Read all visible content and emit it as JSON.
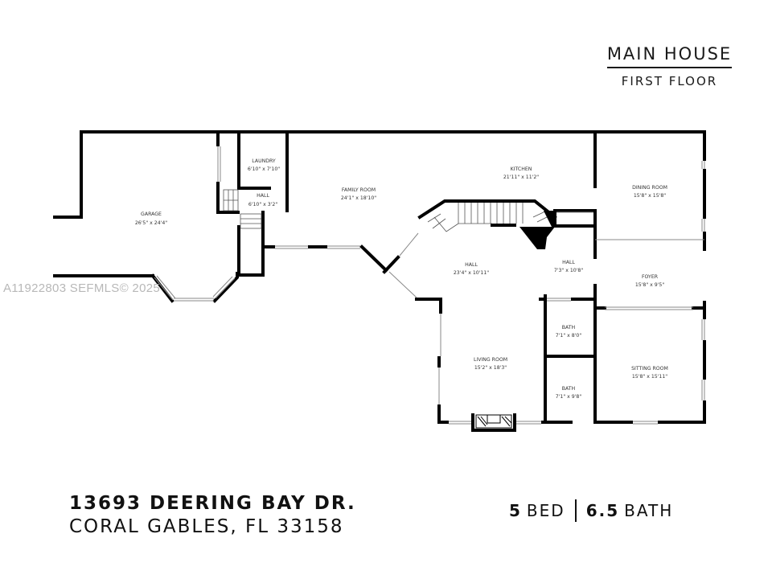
{
  "header": {
    "title": "MAIN HOUSE",
    "subtitle": "FIRST FLOOR"
  },
  "watermark": "A11922803  SEFMLS© 2025",
  "rooms": {
    "garage": {
      "name": "GARAGE",
      "size": "26'5\" x 24'4\""
    },
    "laundry": {
      "name": "LAUNDRY",
      "size": "6'10\" x 7'10\""
    },
    "hall_small": {
      "name": "HALL",
      "size": "6'10\" x 3'2\""
    },
    "family_room": {
      "name": "FAMILY ROOM",
      "size": "24'1\" x 18'10\""
    },
    "kitchen": {
      "name": "KITCHEN",
      "size": "21'11\" x 11'2\""
    },
    "dining_room": {
      "name": "DINING ROOM",
      "size": "15'8\" x 15'8\""
    },
    "hall_main": {
      "name": "HALL",
      "size": "23'4\" x 10'11\""
    },
    "hall_side": {
      "name": "HALL",
      "size": "7'3\" x 10'8\""
    },
    "foyer": {
      "name": "FOYER",
      "size": "15'8\" x 9'5\""
    },
    "bath_1": {
      "name": "BATH",
      "size": "7'1\" x 8'0\""
    },
    "bath_2": {
      "name": "BATH",
      "size": "7'1\" x 9'8\""
    },
    "living_room": {
      "name": "LIVING ROOM",
      "size": "15'2\" x 18'3\""
    },
    "sitting_room": {
      "name": "SITTING ROOM",
      "size": "15'8\" x 15'11\""
    }
  },
  "address": {
    "line1": "13693 DEERING BAY DR.",
    "line2": "CORAL GABLES, FL 33158"
  },
  "stats": {
    "beds_num": "5",
    "beds_label": "BED",
    "baths_num": "6.5",
    "baths_label": "BATH"
  }
}
